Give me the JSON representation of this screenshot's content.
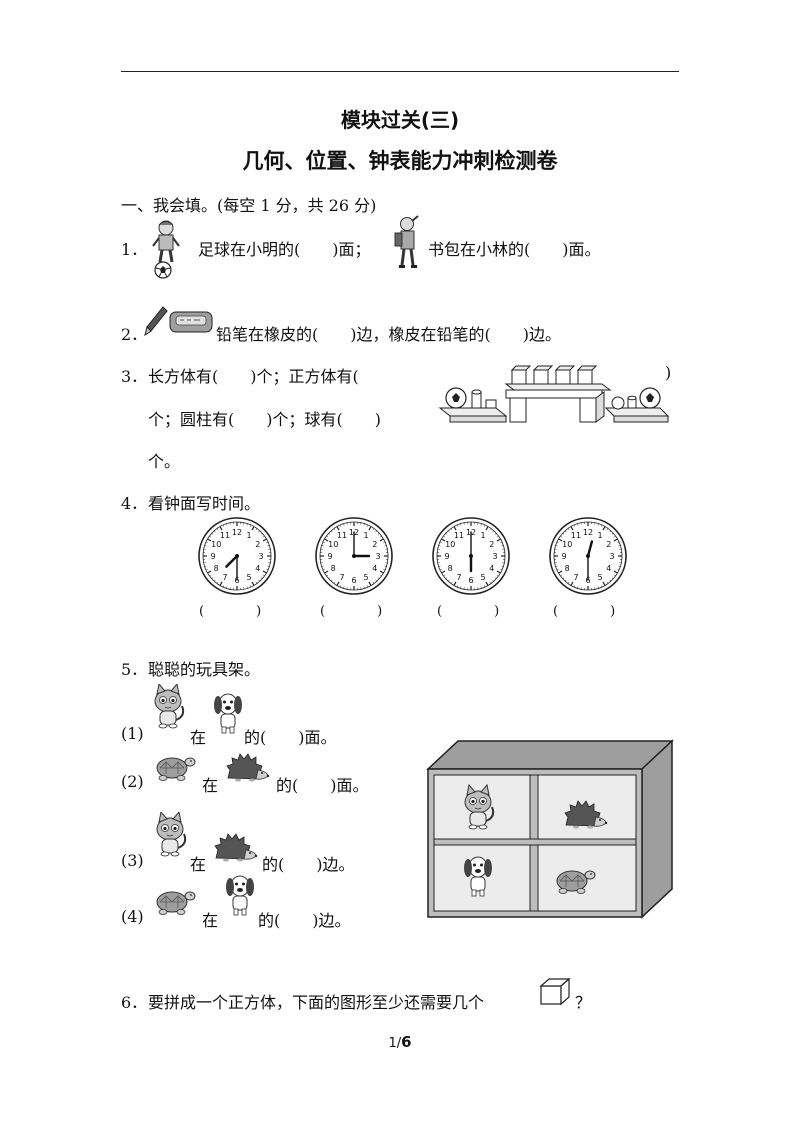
{
  "header": {
    "title": "模块过关(三)",
    "subtitle": "几何、位置、钟表能力冲刺检测卷"
  },
  "section1": {
    "heading": "一、我会填。(每空 1 分，共 26 分)"
  },
  "q1": {
    "number": "1．",
    "part_a": "足球在小明的(　　)面；",
    "part_b": "书包在小林的(　　)面。"
  },
  "q2": {
    "number": "2．",
    "text": "铅笔在橡皮的(　　)边，橡皮在铅笔的(　　)边。"
  },
  "q3": {
    "number": "3．",
    "line1": "长方体有(　　)个；正方体有(",
    "line1_end": ")",
    "line2": "个；圆柱有(　　)个；球有(　　)",
    "line3": "个。"
  },
  "q4": {
    "number": "4．",
    "text": "看钟面写时间。",
    "clocks": [
      {
        "hour": 7,
        "minute": 30
      },
      {
        "hour": 3,
        "minute": 0
      },
      {
        "hour": 6,
        "minute": 0
      },
      {
        "hour": 12,
        "minute": 30
      }
    ],
    "blank": "(　　　　)"
  },
  "q5": {
    "number": "5．",
    "text": "聪聪的玩具架。",
    "items": [
      {
        "label": "(1)",
        "mid": "在",
        "end": "的(　　)面。"
      },
      {
        "label": "(2)",
        "mid": "在",
        "end": "的(　　)面。"
      },
      {
        "label": "(3)",
        "mid": "在",
        "end": "的(　　)边。"
      },
      {
        "label": "(4)",
        "mid": "在",
        "end": "的(　　)边。"
      }
    ]
  },
  "q6": {
    "number": "6．",
    "text": "要拼成一个正方体，下面的图形至少还需要几个",
    "end": "？"
  },
  "footer": {
    "page_current": "1/",
    "page_total": "6"
  }
}
